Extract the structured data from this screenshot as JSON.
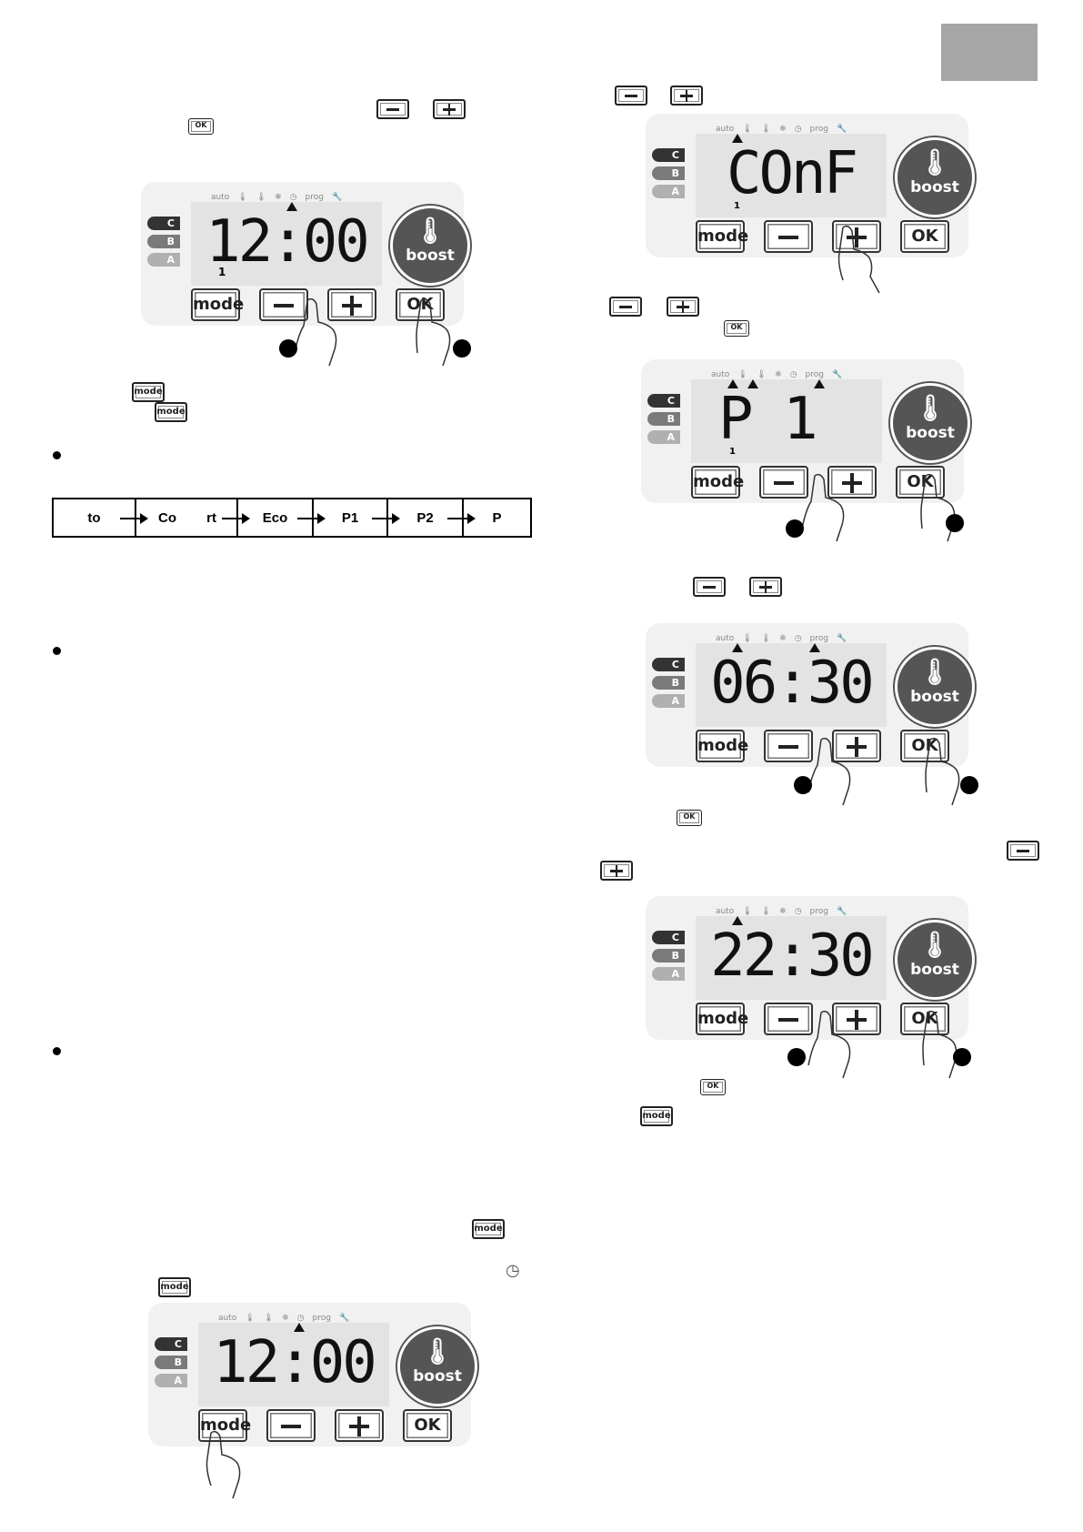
{
  "keys": {
    "minus": "−",
    "plus": "+",
    "ok": "OK",
    "mode": "mode"
  },
  "panel_labels": {
    "levels": [
      "C",
      "B",
      "A"
    ],
    "boost": "boost",
    "mode_btn": "mode",
    "ok_btn": "OK",
    "status_icons": [
      "auto",
      "prog"
    ]
  },
  "mode_sequence": [
    "to",
    "Co",
    "rt",
    "Eco",
    "P1",
    "P2",
    "P"
  ],
  "panels": [
    {
      "id": "clock-left-top",
      "display": "12:00",
      "day_badge": "1"
    },
    {
      "id": "clock-left-bottom",
      "display": "12:00"
    },
    {
      "id": "conf-right",
      "display": "COnF",
      "day_indicator": "1"
    },
    {
      "id": "p1-right",
      "display": "P 1",
      "day_indicator": "1"
    },
    {
      "id": "time-0630",
      "display": "06:30"
    },
    {
      "id": "time-2230",
      "display": "22:30"
    }
  ],
  "colors": {
    "corner_tab": "#a6a6a6",
    "level_c": "#333333",
    "level_b": "#7a7a7a",
    "level_a": "#b0b0b0",
    "boost_bg": "#555555",
    "lcd_bg": "#e3e3e3"
  }
}
